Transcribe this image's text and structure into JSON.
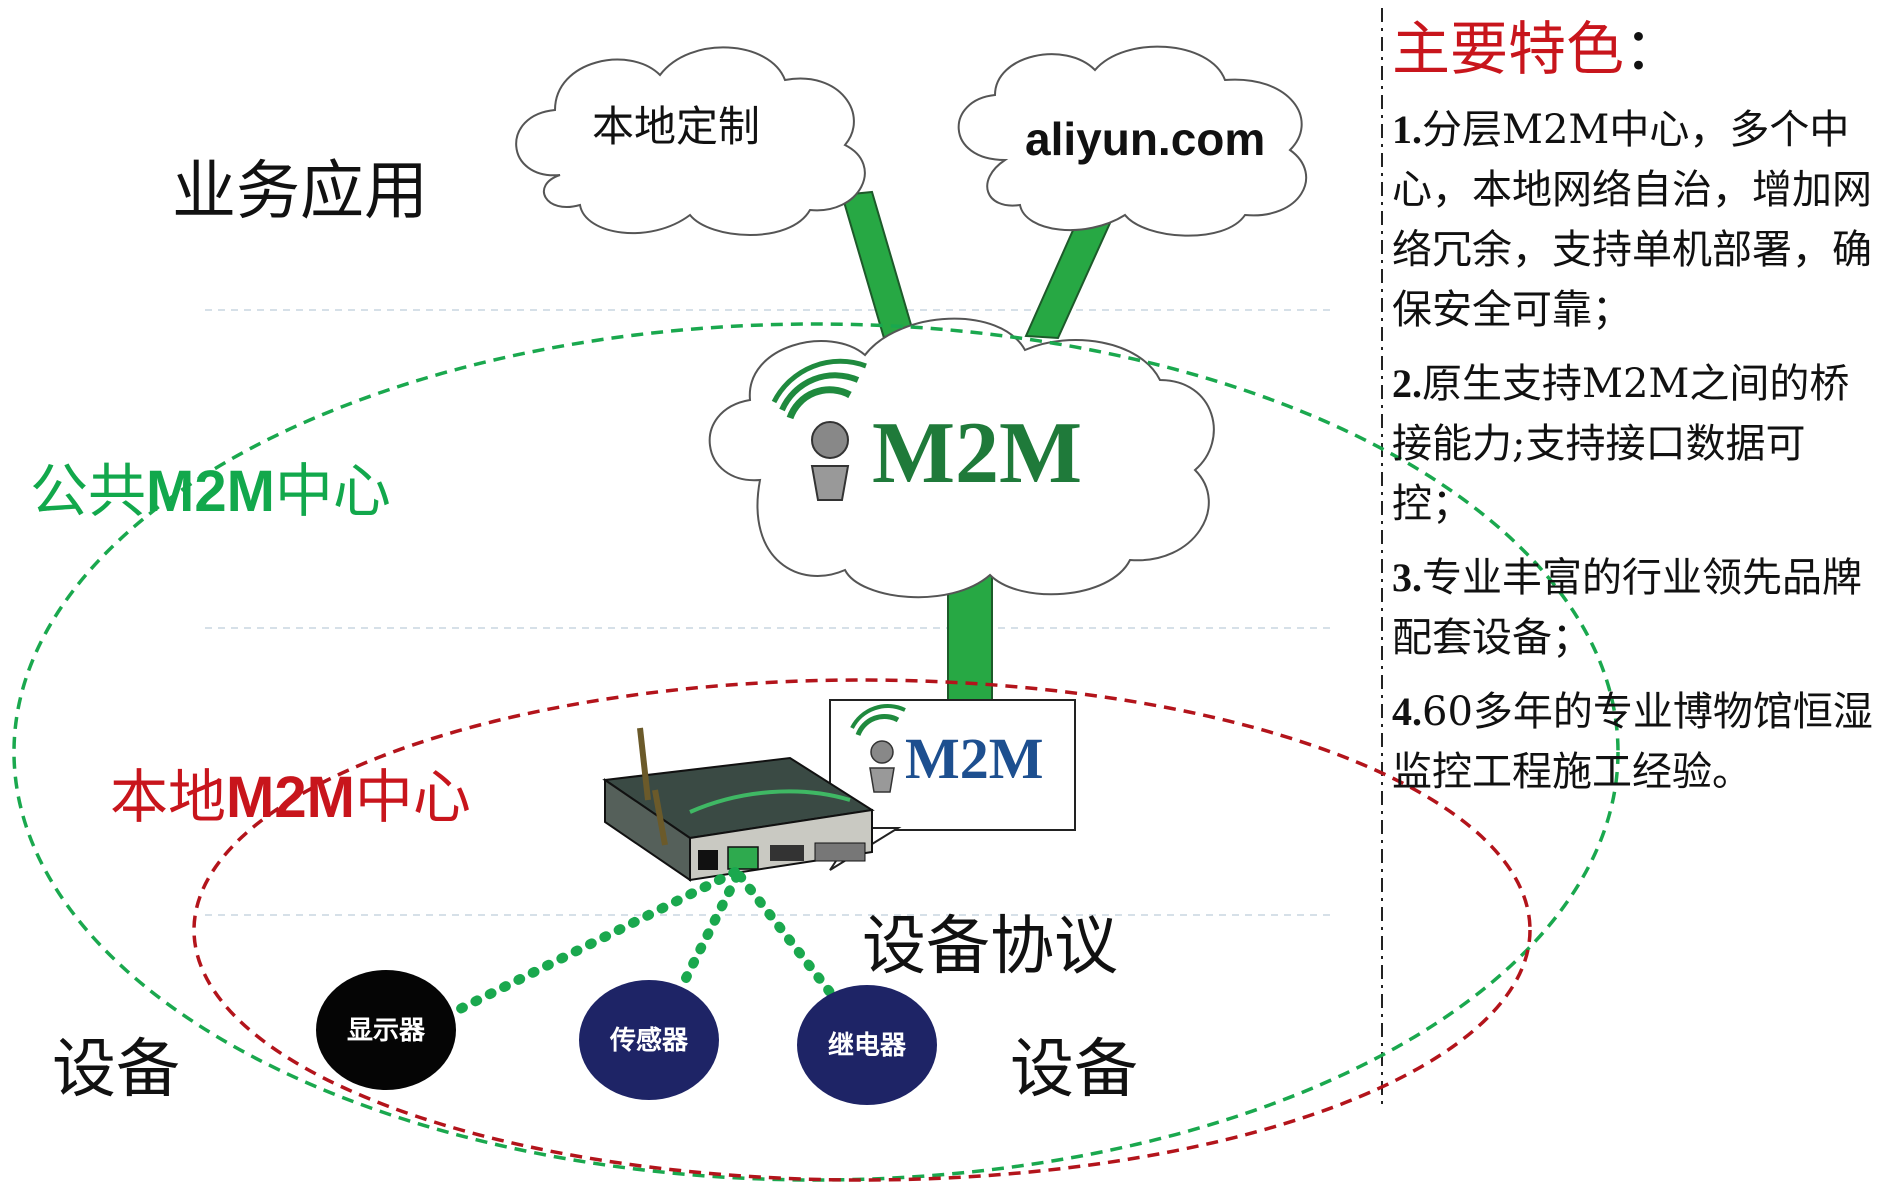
{
  "layers": {
    "business": "业务应用",
    "protocol": "设备协议",
    "devices_left": "设备",
    "devices_right": "设备"
  },
  "centers": {
    "public_prefix": "公共",
    "public_bold": "M2M",
    "public_suffix": "中心",
    "local_prefix": "本地",
    "local_bold": "M2M",
    "local_suffix": "中心"
  },
  "clouds": {
    "custom": "本地定制",
    "aliyun": "aliyun.com",
    "m2m_logo_text": "M2M",
    "gateway_logo_text": "M2M"
  },
  "devices": [
    {
      "label": "显示器",
      "color": "#050505"
    },
    {
      "label": "传感器",
      "color": "#1e2466"
    },
    {
      "label": "继电器",
      "color": "#1e2466"
    }
  ],
  "features": {
    "title": "主要特色",
    "title_colon": "：",
    "items": [
      {
        "num": "1.",
        "text": "分层M2M中心，多个中心，本地网络自治，增加网络冗余，支持单机部署，确保安全可靠；"
      },
      {
        "num": "2.",
        "text": "原生支持M2M之间的桥接能力;支持接口数据可控；"
      },
      {
        "num": "3.",
        "text": "专业丰富的行业领先品牌配套设备；"
      },
      {
        "num": "4.",
        "text": "60多年的专业博物馆恒湿监控工程施工经验。"
      }
    ]
  },
  "colors": {
    "public_ring": "#1aa84e",
    "local_ring": "#b3141b",
    "link": "#27a844",
    "device_dots": "#1aa84e",
    "divider": "#222222"
  }
}
